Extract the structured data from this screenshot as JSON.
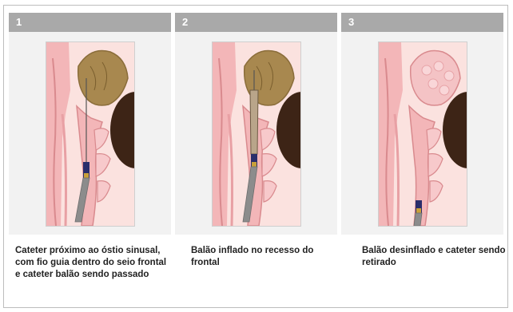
{
  "colors": {
    "header_bg": "#a9a9a9",
    "panel_bg": "#f2f2f2",
    "mucosa_pink": "#f3b6b8",
    "tissue_light": "#fbe2df",
    "sinus_brown": "#a8884f",
    "dark_cavity": "#3d2416",
    "instrument_grey": "#8c8c8c",
    "instrument_navy": "#2a2e6b",
    "instrument_gold": "#c9a03a"
  },
  "panels": [
    {
      "number": "1",
      "caption": "Cateter próximo ao óstio sinusal, com fio guia dentro do seio frontal e cateter balão sendo passado"
    },
    {
      "number": "2",
      "caption": "Balão inflado no recesso do frontal"
    },
    {
      "number": "3",
      "caption": "Balão desinflado e cateter sendo retirado"
    }
  ]
}
